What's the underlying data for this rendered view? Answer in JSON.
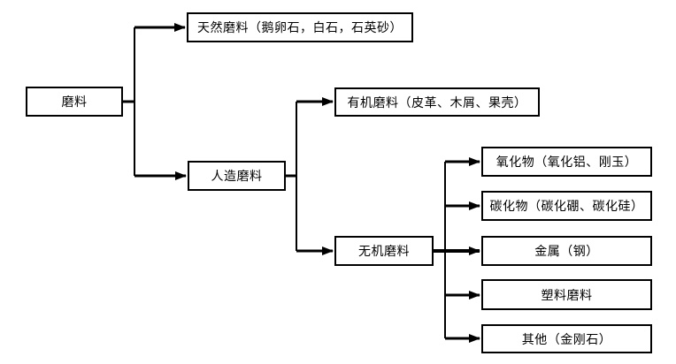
{
  "diagram": {
    "type": "tree-flowchart",
    "background_color": "#ffffff",
    "line_color": "#000000",
    "text_color": "#000000",
    "nodes": {
      "root": {
        "label": "磨料"
      },
      "natural": {
        "label": "天然磨料（鹅卵石，白石，石英砂）"
      },
      "artificial": {
        "label": "人造磨料"
      },
      "organic": {
        "label": "有机磨料（皮革、木屑、果壳）"
      },
      "inorganic": {
        "label": "无机磨料"
      },
      "oxide": {
        "label": "氧化物（氧化铝、刚玉）"
      },
      "carbide": {
        "label": "碳化物（碳化硼、碳化硅）"
      },
      "metal": {
        "label": "金属（钢）"
      },
      "plastic": {
        "label": "塑料磨料"
      },
      "other": {
        "label": "其他（金刚石）"
      }
    },
    "edges": [
      {
        "from": "root",
        "to": "natural"
      },
      {
        "from": "root",
        "to": "artificial"
      },
      {
        "from": "artificial",
        "to": "organic"
      },
      {
        "from": "artificial",
        "to": "inorganic"
      },
      {
        "from": "inorganic",
        "to": "oxide"
      },
      {
        "from": "inorganic",
        "to": "carbide"
      },
      {
        "from": "inorganic",
        "to": "metal"
      },
      {
        "from": "inorganic",
        "to": "plastic"
      },
      {
        "from": "inorganic",
        "to": "other"
      }
    ]
  }
}
